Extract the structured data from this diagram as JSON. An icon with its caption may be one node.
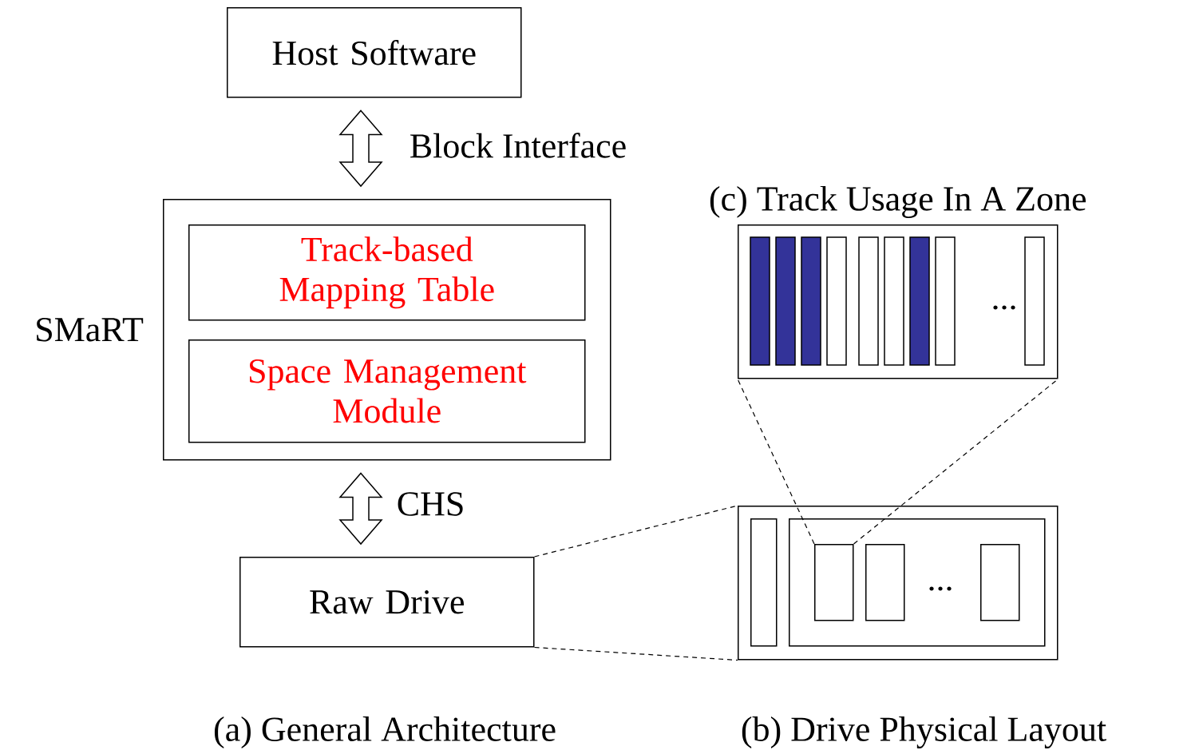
{
  "diagram": {
    "nodes": [
      {
        "text": [
          "Host Software"
        ]
      },
      {
        "text": [
          "SMaRT"
        ]
      },
      {
        "text": [
          "Track-based Mapping Table"
        ],
        "in": 1
      },
      {
        "text": [
          "Space Management Module"
        ],
        "in": 1
      },
      {
        "text": [
          "Raw Drive"
        ]
      },
      {
        "text": [],
        "shape": "box"
      },
      {
        "text": [],
        "shape": "box",
        "in": 5
      },
      {
        "text": [],
        "shape": "box",
        "in": 5
      },
      {
        "text": [],
        "shape": "box",
        "in": 7
      },
      {
        "text": [],
        "shape": "box",
        "in": 7
      },
      {
        "text": [],
        "shape": "box",
        "in": 7
      },
      {
        "text": [
          "(c) Track Usage In A Zone"
        ]
      }
    ],
    "edges": [
      {
        "from": 0,
        "to": 1,
        "arrow": "both",
        "label": "Block Interface"
      },
      {
        "from": 1,
        "to": 4,
        "arrow": "both",
        "label": "CHS"
      },
      {
        "from": 4,
        "to": 5,
        "arrow": "none",
        "style": "dashed"
      },
      {
        "from": 4,
        "to": 5,
        "arrow": "none",
        "style": "dashed"
      },
      {
        "from": 8,
        "to": 11,
        "arrow": "none",
        "style": "dashed"
      },
      {
        "from": 8,
        "to": 11,
        "arrow": "none",
        "style": "dashed"
      }
    ],
    "labels": [
      "...",
      "...",
      "(a) General Architecture",
      "(b) Drive Physical Layout"
    ]
  }
}
